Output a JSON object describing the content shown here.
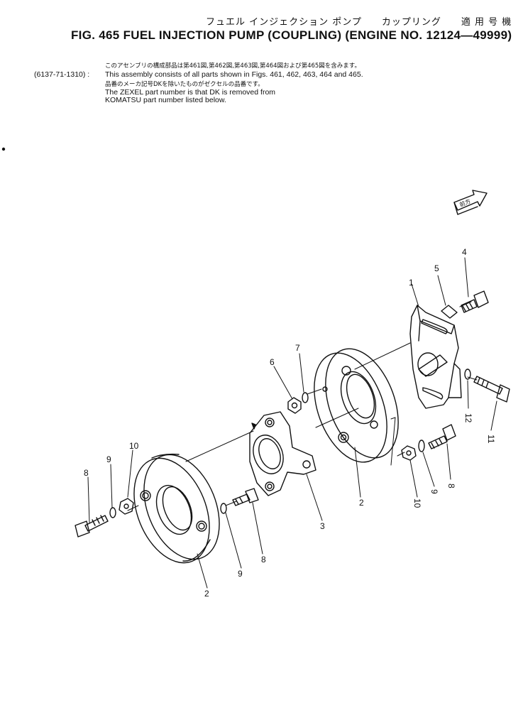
{
  "header": {
    "title_jp": "フュエル インジェクション ポンプ　　カップリング　　適 用 号 機",
    "title_en": "FIG. 465   FUEL  INJECTION  PUMP  (COUPLING)  (ENGINE  NO. 12124—49999)"
  },
  "notes": {
    "assembly_no": "(6137-71-1310) :",
    "line_jp_1": "このアセンブリの構成部品は第461図,第462図,第463図,第464図および第465図を含みます。",
    "line_en_1": "This assembly consists of all parts shown in Figs. 461, 462, 463, 464 and 465.",
    "line_jp_2": "品番のメーカ記号DKを除いたものがゼクセルの品番です。",
    "line_en_2": "The ZEXEL part number is that DK is removed from",
    "line_en_3": "KOMATSU part number listed below."
  },
  "callouts": {
    "c1": "1",
    "c2a": "2",
    "c2b": "2",
    "c3": "3",
    "c4": "4",
    "c5": "5",
    "c6": "6",
    "c7": "7",
    "c8a": "8",
    "c8b": "8",
    "c8c": "8",
    "c9a": "9",
    "c9b": "9",
    "c9c": "9",
    "c10a": "10",
    "c10b": "10",
    "c11": "11",
    "c12": "12"
  },
  "direction_badge": "前方"
}
